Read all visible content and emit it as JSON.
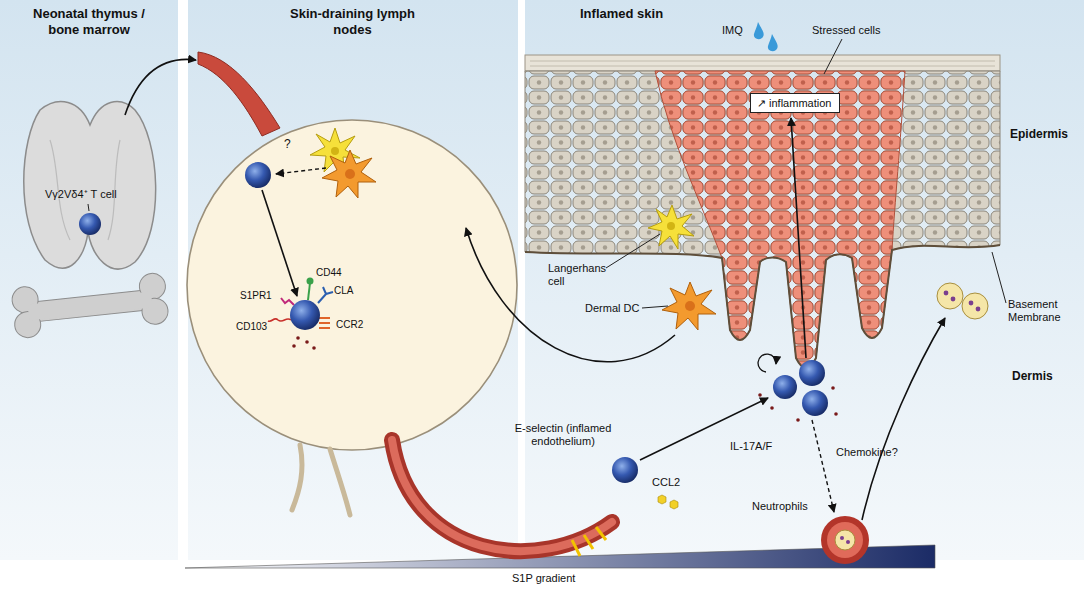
{
  "diagram": {
    "nodes": [
      {
        "text": [
          "Neonatal thymus / bone marrow"
        ]
      },
      {
        "text": [
          "Skin-draining lymph nodes"
        ]
      },
      {
        "text": [
          "Inflamed skin"
        ]
      },
      {
        "text": [
          "↗ inflammation"
        ],
        "in": 2
      }
    ],
    "labels": [
      "Vγ2Vδ4⁺ T cell",
      "?",
      "CD44",
      "S1PR1",
      "CLA",
      "CD103",
      "CCR2",
      "IMQ",
      "Stressed cells",
      "Langerhans cell",
      "Epidermis",
      "Dermal DC",
      "Basement Membrane",
      "Dermis",
      "E-selectin (inflamed endothelium)",
      "CCL2",
      "IL-17A/F",
      "Chemokine?",
      "Neutrophils",
      "S1P gradient"
    ]
  }
}
